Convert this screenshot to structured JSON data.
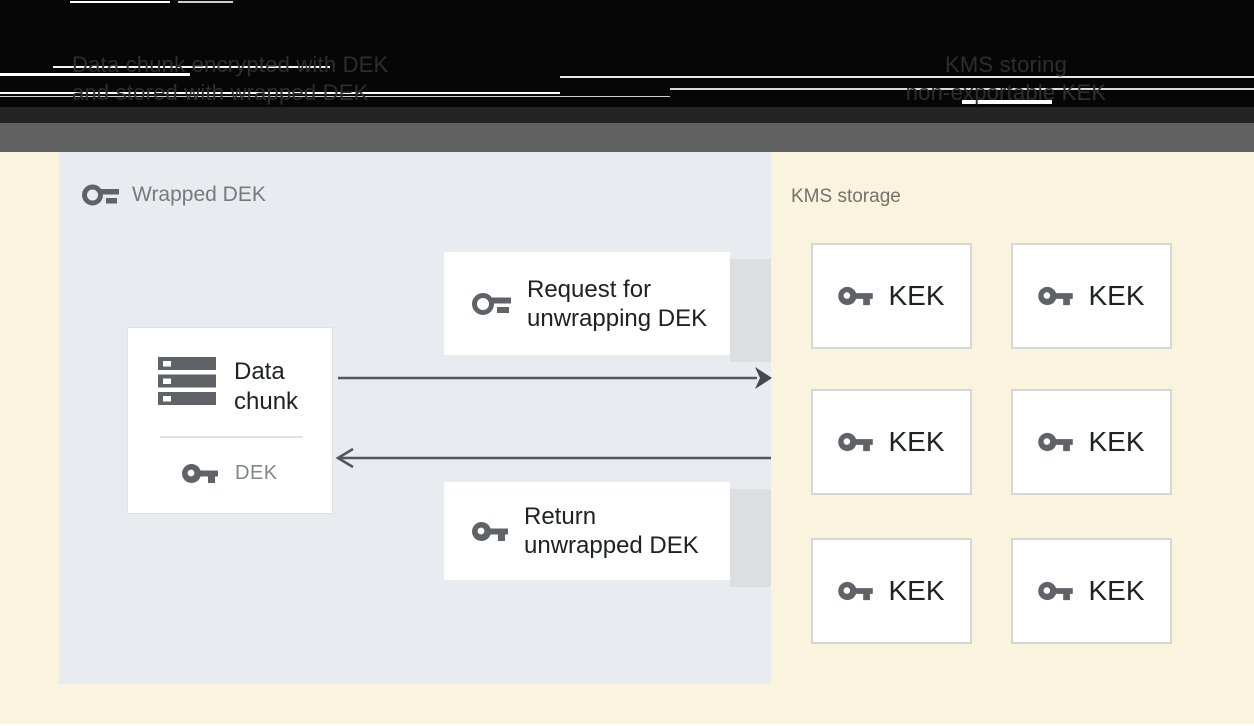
{
  "header": {
    "left_caption": {
      "line1": "Data chunk encrypted with DEK",
      "line2": "and stored with wrapped DEK"
    },
    "right_caption": {
      "line1": "KMS storing",
      "line2": "non-exportable KEK"
    }
  },
  "wrapped_dek_panel": {
    "label": "Wrapped DEK",
    "data_chunk": {
      "line1": "Data",
      "line2": "chunk",
      "key_label": "DEK"
    },
    "request_box": {
      "line1": "Request for",
      "line2": "unwrapping DEK"
    },
    "return_box": {
      "line1": "Return",
      "line2": "unwrapped DEK"
    }
  },
  "kms_panel": {
    "label": "KMS storage",
    "keks": [
      "KEK",
      "KEK",
      "KEK",
      "KEK",
      "KEK",
      "KEK"
    ]
  },
  "colors": {
    "background_yellow": "#FAF3DD",
    "panel_blue": "#E8EBF0",
    "header_black": "#060606",
    "header_band_gray": "#616161",
    "shadow_strip_gray": "#DDDEE0",
    "icon_gray": "#5F6368",
    "text_dark": "#202124",
    "text_gray": "#797979",
    "arrow_gray": "#53565A"
  },
  "icons": {
    "wrapped_dek": "key-outline-icon",
    "request": "key-outline-icon",
    "return": "key-icon",
    "dek": "key-icon",
    "kek": "key-icon",
    "data_chunk": "storage-stack-icon"
  }
}
